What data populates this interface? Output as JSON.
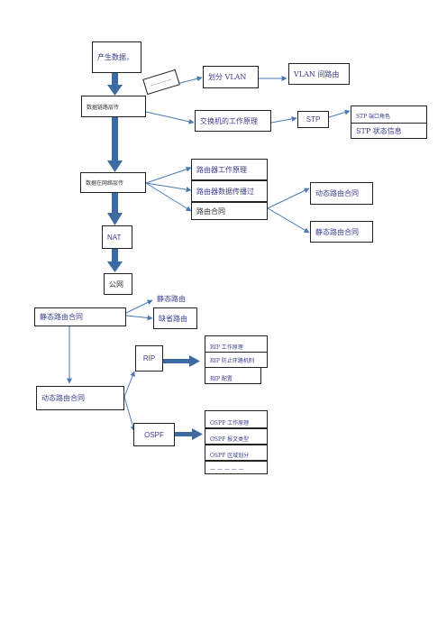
{
  "nodes": {
    "produce_data": "产生数据，",
    "diagonal_note": "————",
    "data_link_layer": "数据链路层传",
    "vlan_divide": "划分 VLAN",
    "vlan_routing": "VLAN 间路由",
    "switch_principle": "交换机的工作原理",
    "stp": "STP",
    "stp_port_role": "STP 端口角色",
    "stp_state": "STP 状态信息",
    "network_layer": "数据在网络层传",
    "router_principle": "路由器工作原理",
    "router_forward": "路由器数据传播过",
    "routing_protocol": "路由合同",
    "dynamic_routing_right": "动态路由合同",
    "static_routing_right": "静态路由合同",
    "nat": "NAT",
    "public_net": "公网",
    "static_routing_protocol": "静态路由合同",
    "static_route": "静态路由",
    "default_route": "缺省路由",
    "dynamic_routing_protocol": "动态路由合同",
    "rip": "RIP",
    "rip_item1": "RIP 工作原理",
    "rip_item2": "RIP 防止环路机制",
    "rip_item3": "RIP 配置",
    "ospf": "OSPF",
    "ospf_item1": "OSPF 工作原理",
    "ospf_item2": "OSPF 报文类型",
    "ospf_item3": "OSPF 区域划分",
    "ospf_item4": "— — — — —"
  },
  "colors": {
    "arrow": "#4a7ab5",
    "thick_arrow": "#3d6aa0",
    "text": "#3b3b8f"
  }
}
